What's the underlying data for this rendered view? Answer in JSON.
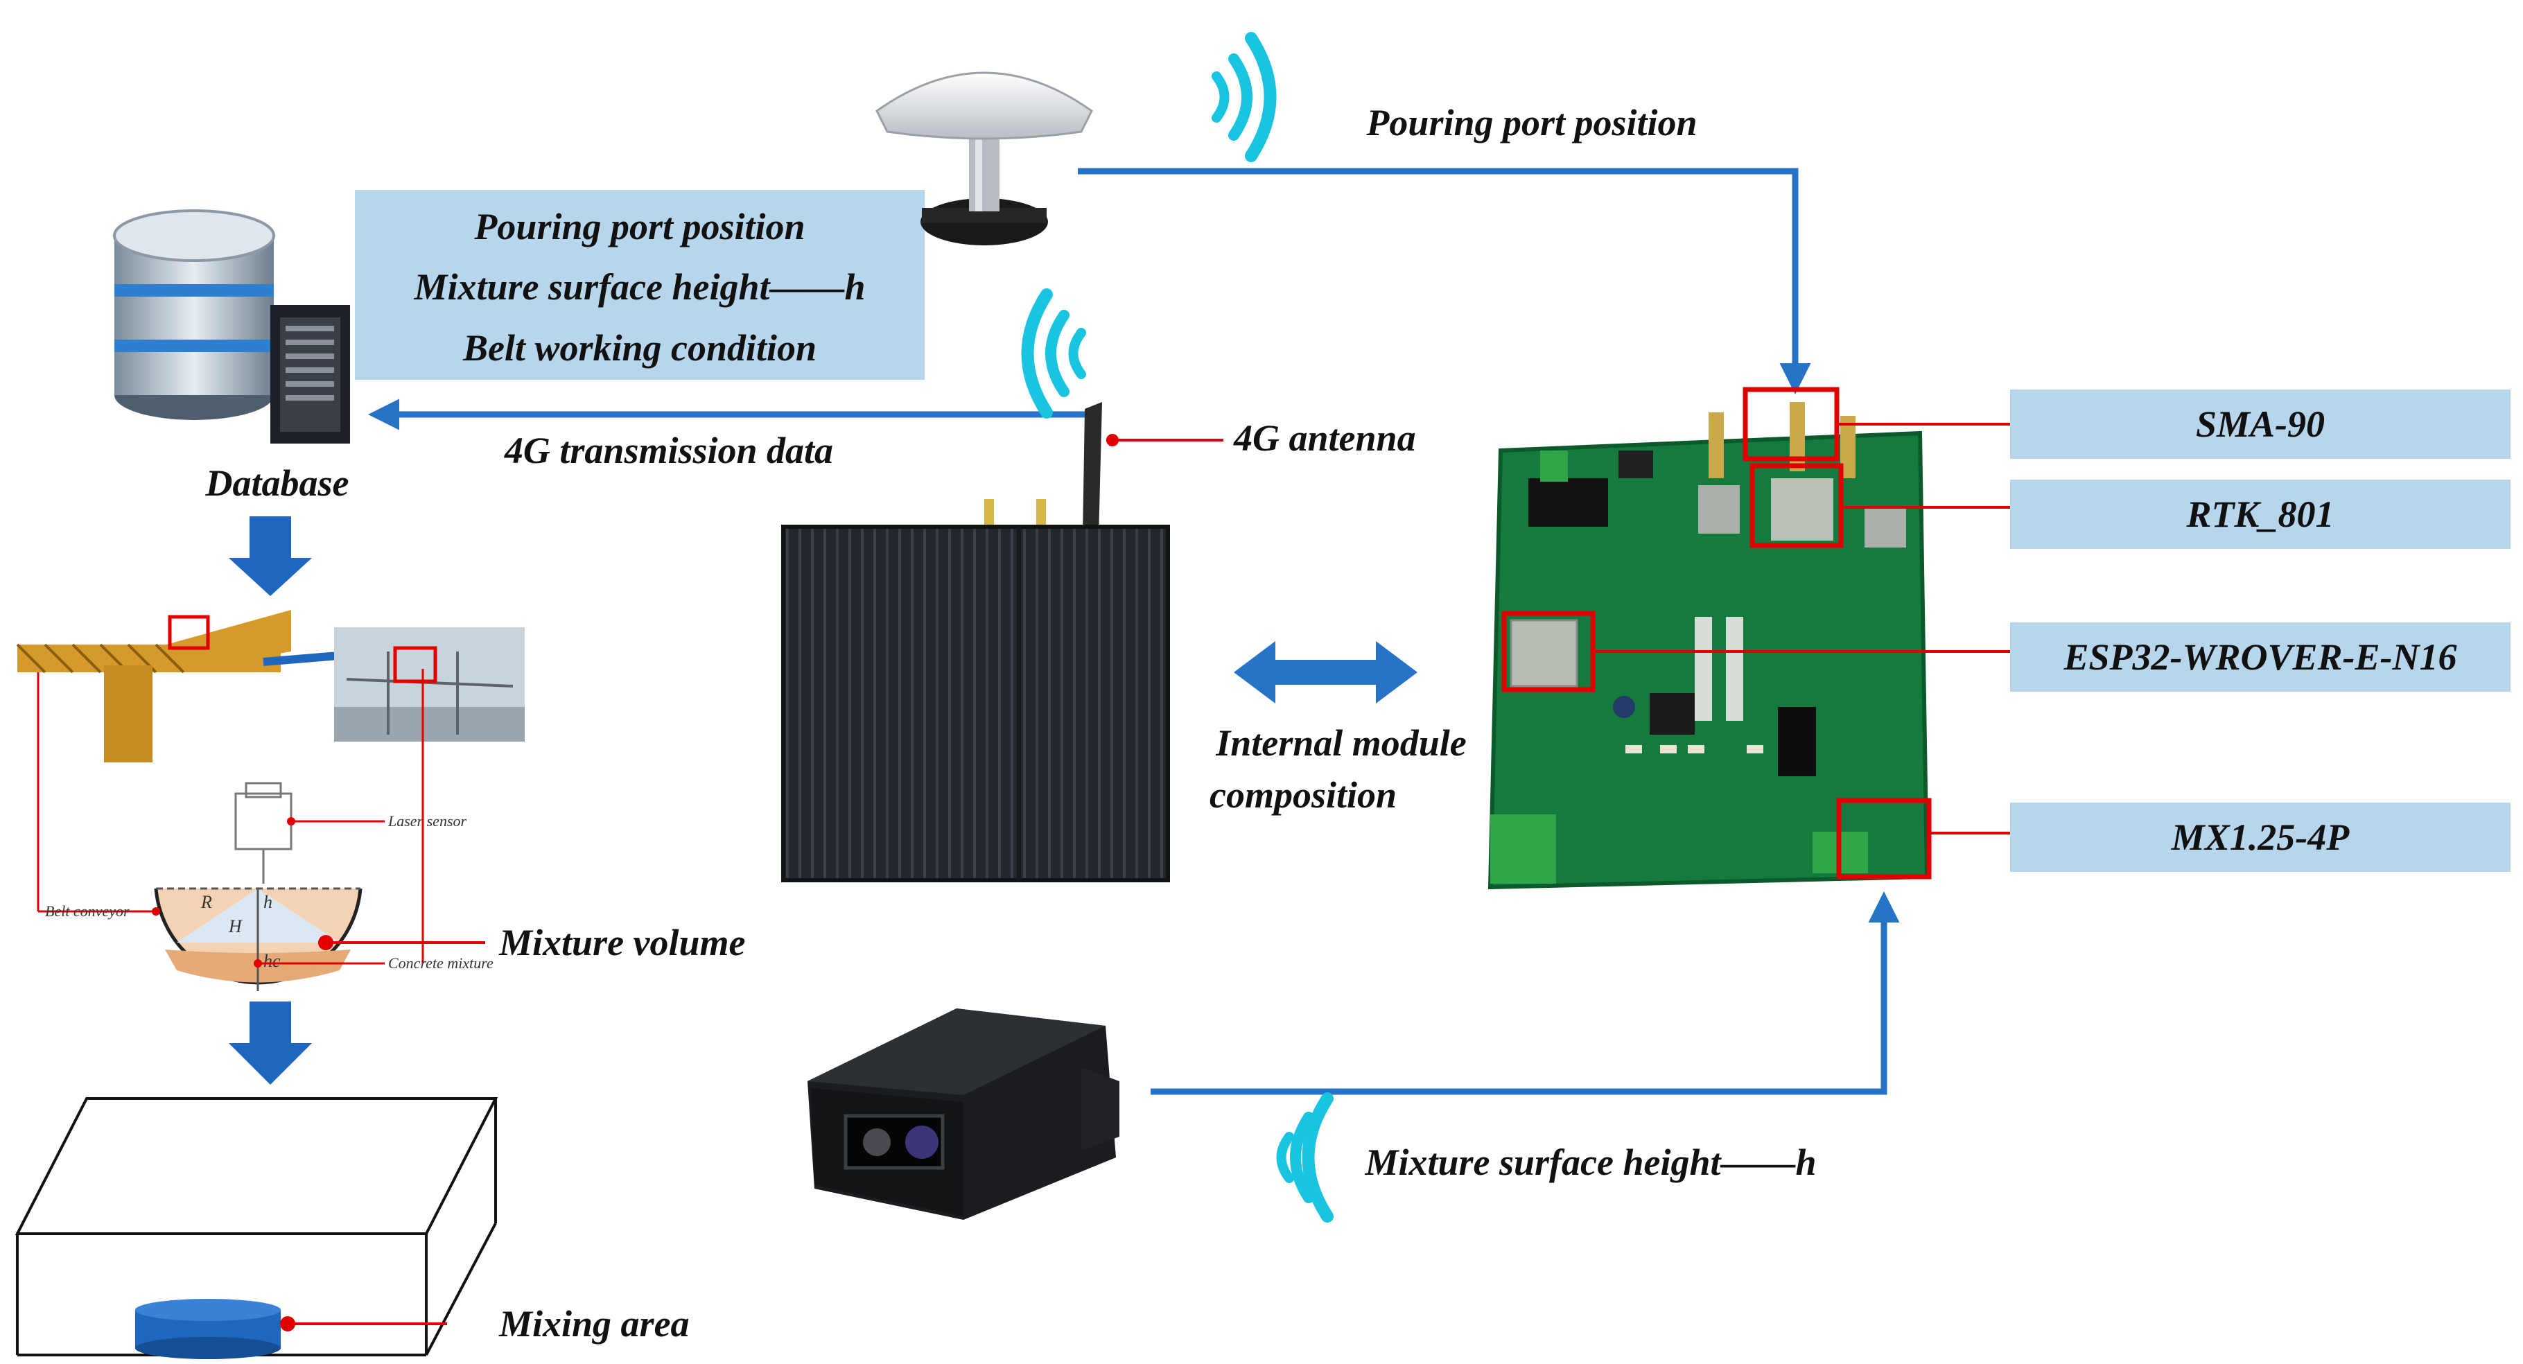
{
  "colors": {
    "arrow": "#2773c7",
    "box_fill": "#b7d6ec",
    "callout": "#e00000",
    "wifi": "#19c4e0",
    "pcb": "#157a3e",
    "terminal": "#2fa64a"
  },
  "labels": {
    "pouring_port_top": "Pouring port position",
    "info_line1": "Pouring port position",
    "info_line2": "Mixture surface height——h",
    "info_line3": "Belt working condition",
    "transmission": "4G transmission data",
    "database": "Database",
    "antenna": "4G antenna",
    "internal1": "Internal module",
    "internal2": "composition",
    "mixture_volume": "Mixture volume",
    "mixing_area": "Mixing area",
    "mixture_height": "Mixture surface height——h",
    "laser_sensor": "Laser sensor",
    "belt_conveyor": "Belt conveyor",
    "concrete_mixture": "Concrete mixture",
    "sym_R": "R",
    "sym_h": "h",
    "sym_H": "H",
    "sym_hc": "hc"
  },
  "components": [
    {
      "label": "SMA-90"
    },
    {
      "label": "RTK_801"
    },
    {
      "label": "ESP32-WROVER-E-N16"
    },
    {
      "label": "MX1.25-4P"
    }
  ],
  "icons": [
    "database-server-icon",
    "gnss-antenna-icon",
    "router-box-icon",
    "laser-sensor-icon",
    "wifi-signal-icon",
    "pcb-board-icon",
    "tower-crane-icon"
  ]
}
